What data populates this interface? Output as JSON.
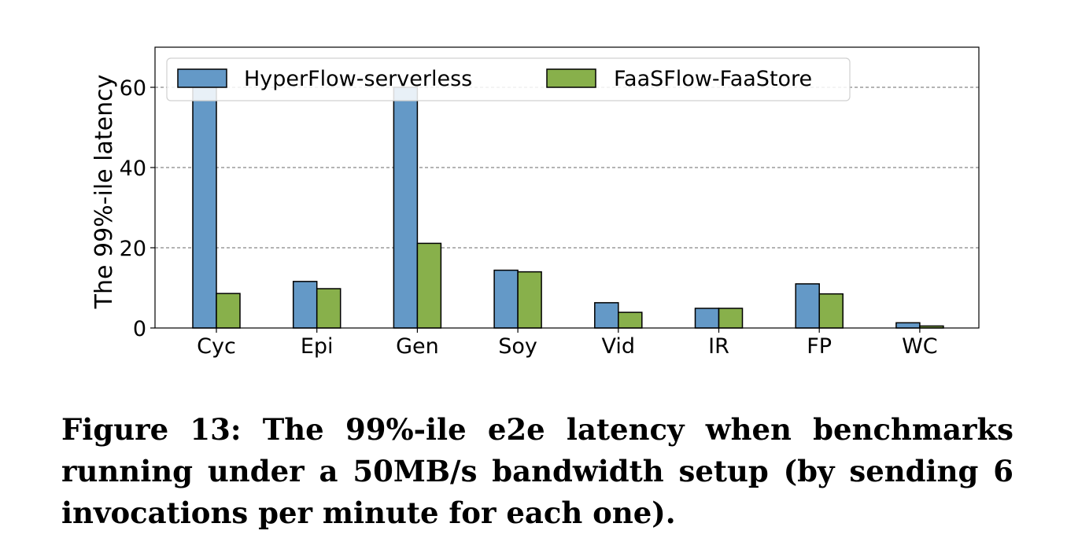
{
  "chart_data": {
    "type": "bar",
    "categories": [
      "Cyc",
      "Epi",
      "Gen",
      "Soy",
      "Vid",
      "IR",
      "FP",
      "WC"
    ],
    "series": [
      {
        "name": "HyperFlow-serverless",
        "values": [
          60,
          11.6,
          60,
          14.4,
          6.3,
          4.9,
          11.0,
          1.3
        ],
        "color": "#6499c7"
      },
      {
        "name": "FaaSFlow-FaaStore",
        "values": [
          8.6,
          9.8,
          21.1,
          14.0,
          3.9,
          4.9,
          8.5,
          0.5
        ],
        "color": "#88b04b"
      }
    ],
    "ylabel": "The 99%-ile latency",
    "xlabel": "",
    "ylim": [
      0,
      70
    ],
    "yticks": [
      0,
      20,
      40,
      60
    ],
    "grid": "horizontal-dashed",
    "legend": "top",
    "legend_columns": 2
  },
  "caption": "Figure 13:  The 99%-ile e2e latency when benchmarks running under a 50MB/s bandwidth setup (by sending 6 invocations per minute for each one)."
}
